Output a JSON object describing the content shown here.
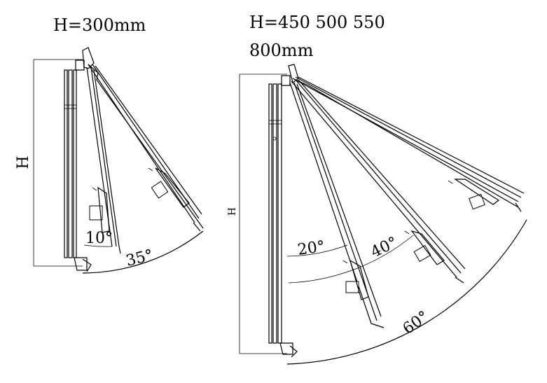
{
  "left_diagram": {
    "heading": "H=300mm",
    "height_label": "H",
    "angle_small": "10°",
    "angle_large": "35°"
  },
  "right_diagram": {
    "heading_line1": "H=450  500  550",
    "heading_line2": "800mm",
    "height_label": "H",
    "angle_1": "20°",
    "angle_2": "40°",
    "angle_3": "60°"
  }
}
